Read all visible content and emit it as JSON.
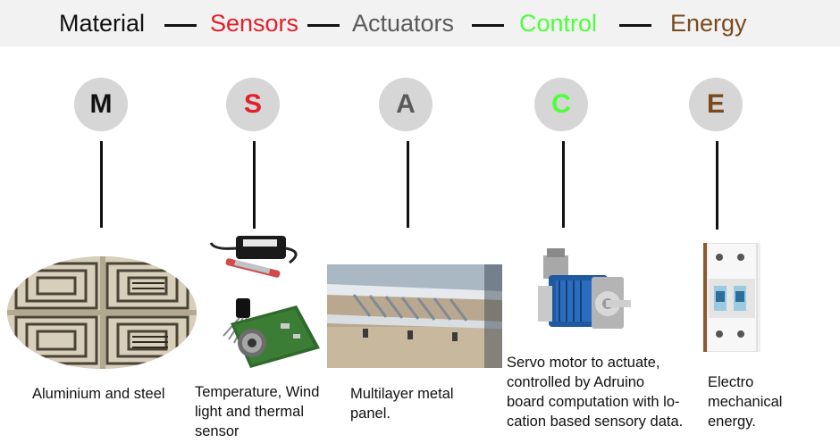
{
  "header": {
    "material": "Material",
    "sensors": "Sensors",
    "actuators": "Actuators",
    "control": "Control",
    "energy": "Energy"
  },
  "colors": {
    "material": "#111111",
    "sensors": "#e0202a",
    "actuators": "#5a5a5a",
    "control": "#4cff3a",
    "energy": "#7a4a1e",
    "circle_bg": "#d6d6d6",
    "banner_bg": "#f2f2f2"
  },
  "nodes": [
    {
      "letter": "M",
      "caption": "Aluminium and steel",
      "image": "aluminium-steel-facade-image"
    },
    {
      "letter": "S",
      "caption_lines": [
        "Temperature, Wind",
        "light and thermal",
        "sensor"
      ],
      "image": "sensor-components-image"
    },
    {
      "letter": "A",
      "caption_lines": [
        "Multilayer metal",
        "panel."
      ],
      "image": "metal-panel-image"
    },
    {
      "letter": "C",
      "caption_lines": [
        "Servo motor to actuate,",
        "controlled  by Adruino",
        "board computation with lo-",
        "cation based sensory data."
      ],
      "image": "servo-motor-image"
    },
    {
      "letter": "E",
      "caption_lines": [
        "Electro",
        "mechanical",
        "energy."
      ],
      "image": "circuit-breaker-image"
    }
  ]
}
